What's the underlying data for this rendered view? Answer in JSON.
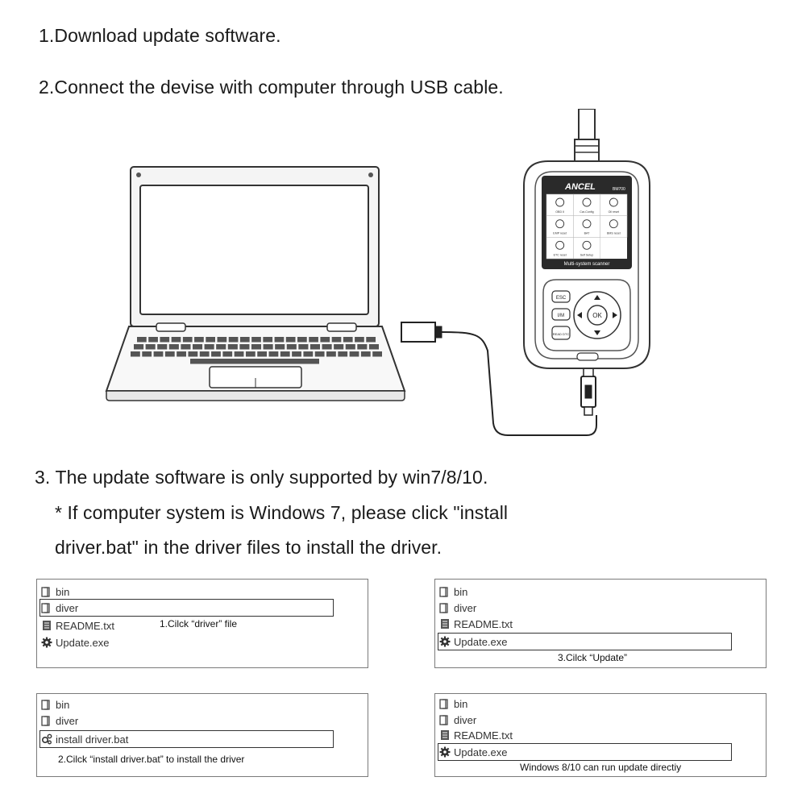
{
  "steps": {
    "s1": "1.Download update software.",
    "s2": "2.Connect the devise with computer through USB cable.",
    "s3": "3. The update software is only supported by win7/8/10.",
    "s3_note_a": "* If computer system is Windows 7, please click \"install",
    "s3_note_b": "driver.bat\" in the driver files to install the driver."
  },
  "device": {
    "brand": "ANCEL",
    "model": "BM700",
    "screen_caption": "Multi-system scanner",
    "menu": [
      "OBD II",
      "Car-Config",
      "Oil reset",
      "EMP reset",
      "BAT",
      "BMS reset",
      "ETC reset",
      "Self Setup"
    ],
    "keys": {
      "esc": "ESC",
      "im": "I/M",
      "read_dtc": "READ DTC",
      "ok": "OK"
    }
  },
  "panels": {
    "p1": {
      "items": [
        "bin",
        "diver",
        "README.txt",
        "Update.exe"
      ],
      "caption": "1.Cilck “driver” file"
    },
    "p2": {
      "items": [
        "bin",
        "diver",
        "README.txt",
        "Update.exe"
      ],
      "caption": "3.Cilck “Update”"
    },
    "p3": {
      "items": [
        "bin",
        "diver",
        "install driver.bat"
      ],
      "caption": "2.Cilck “install driver.bat” to install the driver"
    },
    "p4": {
      "items": [
        "bin",
        "diver",
        "README.txt",
        "Update.exe"
      ],
      "caption": "Windows 8/10 can run update directiy"
    }
  },
  "icons": {
    "folder": "folder-icon",
    "text_file": "text-file-icon",
    "exe": "gear-icon",
    "bat": "gears-icon"
  }
}
